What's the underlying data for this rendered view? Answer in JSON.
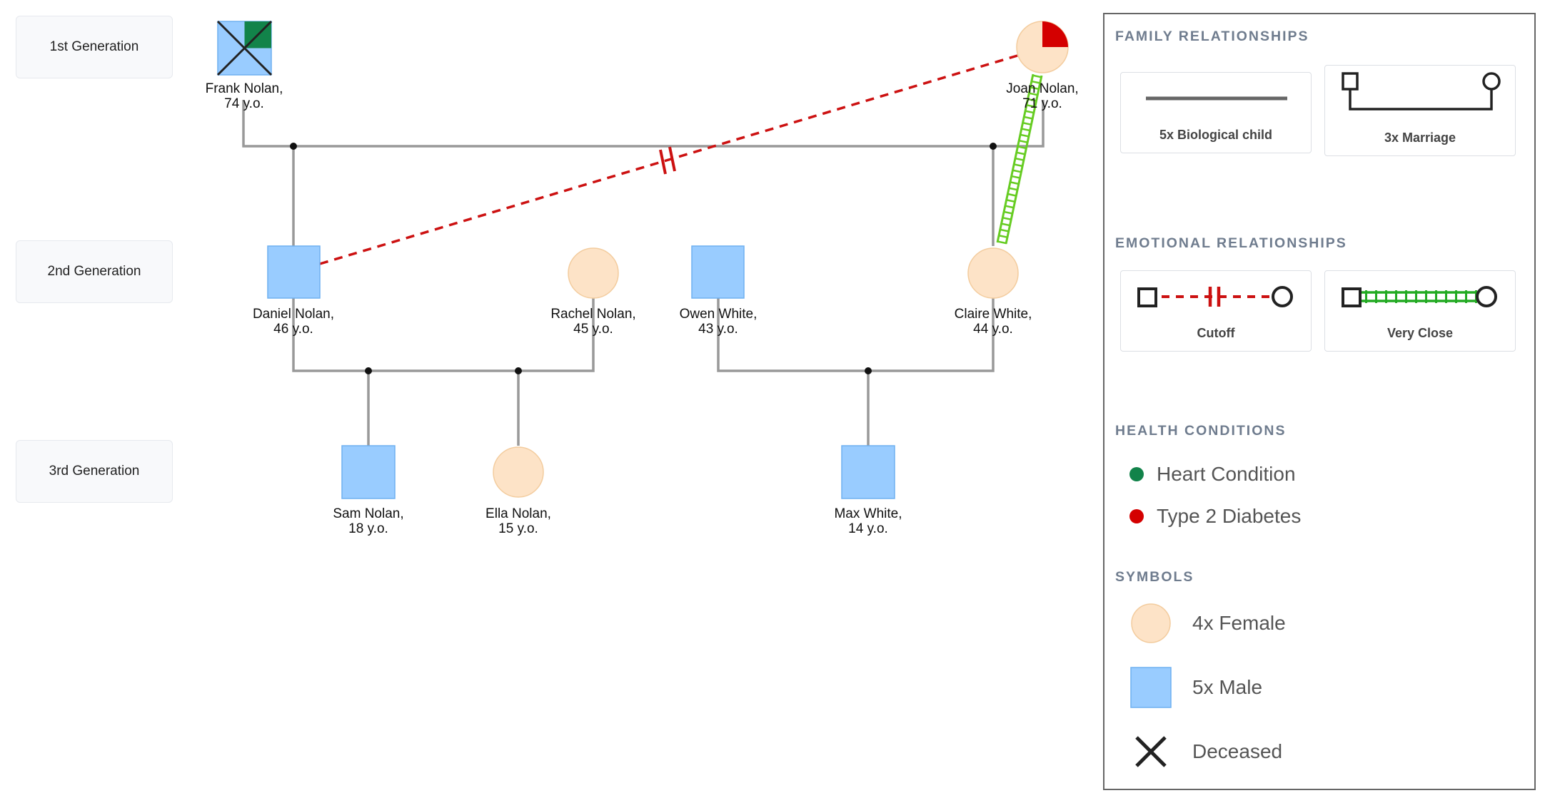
{
  "generations": [
    "1st Generation",
    "2nd Generation",
    "3rd Generation"
  ],
  "people": {
    "frank": {
      "name": "Frank Nolan,",
      "age": "74 y.o.",
      "sex": "male",
      "deceased": true,
      "conditions": [
        "Heart Condition"
      ]
    },
    "joan": {
      "name": "Joan Nolan,",
      "age": "71 y.o.",
      "sex": "female",
      "deceased": false,
      "conditions": [
        "Type 2 Diabetes"
      ]
    },
    "daniel": {
      "name": "Daniel Nolan,",
      "age": "46 y.o.",
      "sex": "male",
      "deceased": false,
      "conditions": []
    },
    "rachel": {
      "name": "Rachel Nolan,",
      "age": "45 y.o.",
      "sex": "female",
      "deceased": false,
      "conditions": []
    },
    "owen": {
      "name": "Owen White,",
      "age": "43 y.o.",
      "sex": "male",
      "deceased": false,
      "conditions": []
    },
    "claire": {
      "name": "Claire White,",
      "age": "44 y.o.",
      "sex": "female",
      "deceased": false,
      "conditions": []
    },
    "sam": {
      "name": "Sam Nolan,",
      "age": "18 y.o.",
      "sex": "male",
      "deceased": false,
      "conditions": []
    },
    "ella": {
      "name": "Ella Nolan,",
      "age": "15 y.o.",
      "sex": "female",
      "deceased": false,
      "conditions": []
    },
    "max": {
      "name": "Max White,",
      "age": "14 y.o.",
      "sex": "male",
      "deceased": false,
      "conditions": []
    }
  },
  "relationships": {
    "marriages": [
      [
        "frank",
        "joan"
      ],
      [
        "daniel",
        "rachel"
      ],
      [
        "owen",
        "claire"
      ]
    ],
    "children": [
      [
        "frank",
        "joan",
        "daniel"
      ],
      [
        "frank",
        "joan",
        "claire"
      ],
      [
        "daniel",
        "rachel",
        "sam"
      ],
      [
        "daniel",
        "rachel",
        "ella"
      ],
      [
        "owen",
        "claire",
        "max"
      ]
    ],
    "emotional": [
      {
        "type": "Cutoff",
        "between": [
          "daniel",
          "joan"
        ]
      },
      {
        "type": "Very Close",
        "between": [
          "claire",
          "joan"
        ]
      }
    ]
  },
  "legend": {
    "family_title": "FAMILY RELATIONSHIPS",
    "biological_child": "5x Biological child",
    "marriage": "3x Marriage",
    "emotional_title": "EMOTIONAL RELATIONSHIPS",
    "cutoff": "Cutoff",
    "very_close": "Very Close",
    "health_title": "HEALTH CONDITIONS",
    "conditions": [
      {
        "label": "Heart Condition",
        "color": "#12834a"
      },
      {
        "label": "Type 2 Diabetes",
        "color": "#d40000"
      }
    ],
    "symbols_title": "SYMBOLS",
    "female": "4x Female",
    "male": "5x Male",
    "deceased": "Deceased"
  },
  "colors": {
    "male_fill": "#99ccff",
    "male_stroke": "#6fb0f0",
    "female_fill": "#fde3c7",
    "female_stroke": "#f3cc9e",
    "line": "#999999",
    "cutoff": "#cc1111",
    "very_close": "#66cc22",
    "heart": "#12834a",
    "diabetes": "#d40000"
  }
}
